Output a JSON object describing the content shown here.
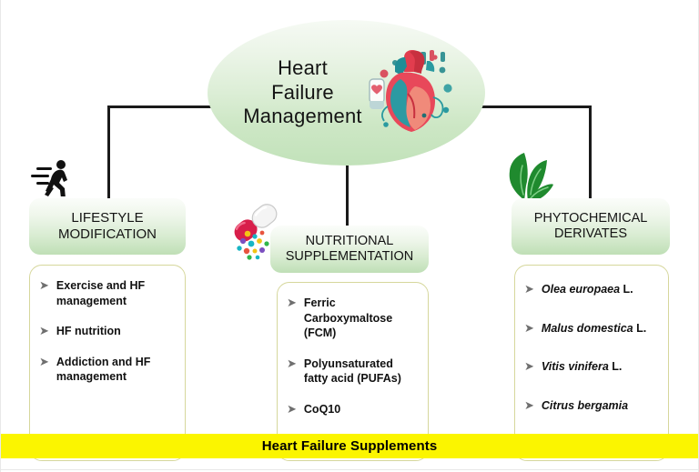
{
  "figure": {
    "center": {
      "title": "Heart\nFailure\nManagement",
      "icon": "anatomical-heart-illustration",
      "fill_top": "#f6faf4",
      "fill_bottom": "#c2e2ba"
    },
    "branches": [
      {
        "id": "lifestyle",
        "heading": "LIFESTYLE\nMODIFICATION",
        "icon": "running-man-icon",
        "icon_color": "#111111",
        "items": [
          "Exercise and HF management",
          "HF nutrition",
          "Addiction and HF management"
        ]
      },
      {
        "id": "nutritional",
        "heading": "NUTRITIONAL\nSUPPLEMENTATION",
        "icon": "capsule-pill-icon",
        "icon_color": "#d81e4a",
        "items": [
          "Ferric Carboxymaltose (FCM)",
          "Polyunsaturated fatty acid (PUFAs)",
          "CoQ10"
        ]
      },
      {
        "id": "phytochemical",
        "heading": "PHYTOCHEMICAL\nDERIVATES",
        "icon": "leaf-icon",
        "icon_color": "#1f8a2e",
        "items": [
          {
            "name": "Olea europaea",
            "authority": "L."
          },
          {
            "name": "Malus domestica",
            "authority": "L."
          },
          {
            "name": "Vitis vinifera",
            "authority": "L."
          },
          {
            "name": "Citrus bergamia",
            "authority": ""
          }
        ]
      }
    ],
    "bullet_glyph": "➤",
    "banner": {
      "text": "Heart Failure Supplements",
      "background": "#fbf500",
      "text_color": "#000000"
    }
  }
}
